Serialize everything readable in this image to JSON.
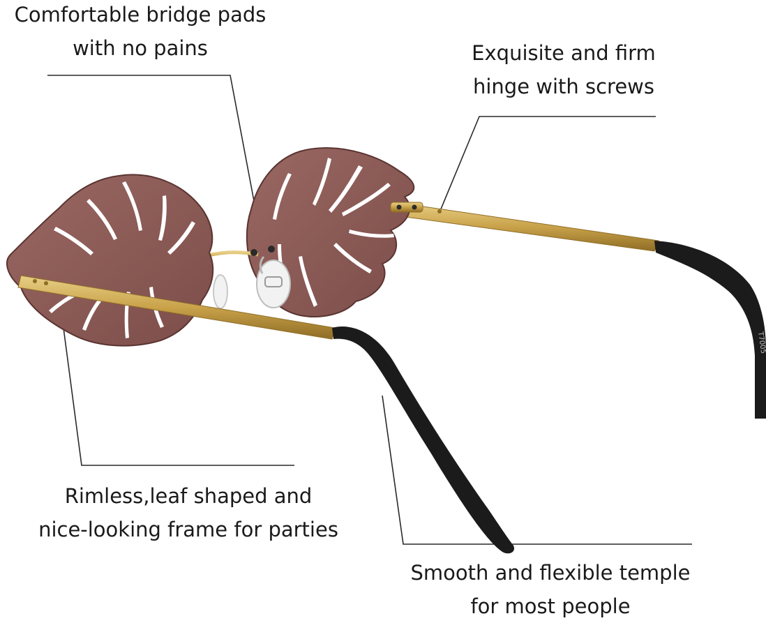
{
  "callouts": {
    "bridge_pads": {
      "line1": "Comfortable bridge pads",
      "line2": "with no pains"
    },
    "hinge": {
      "line1": "Exquisite and firm",
      "line2": "hinge with screws"
    },
    "frame": {
      "line1": "Rimless,leaf shaped and",
      "line2": "nice-looking frame for parties"
    },
    "temple": {
      "line1": "Smooth and flexible temple",
      "line2": "for most people"
    }
  },
  "product": {
    "temple_imprint": "T7005"
  },
  "colors": {
    "lens": "#8b5a56",
    "lens_edge": "#5a3431",
    "metal": "#c9a24a",
    "temple_tip": "#1b1b1b",
    "leader_line": "#2a2a2a",
    "background": "#ffffff"
  }
}
